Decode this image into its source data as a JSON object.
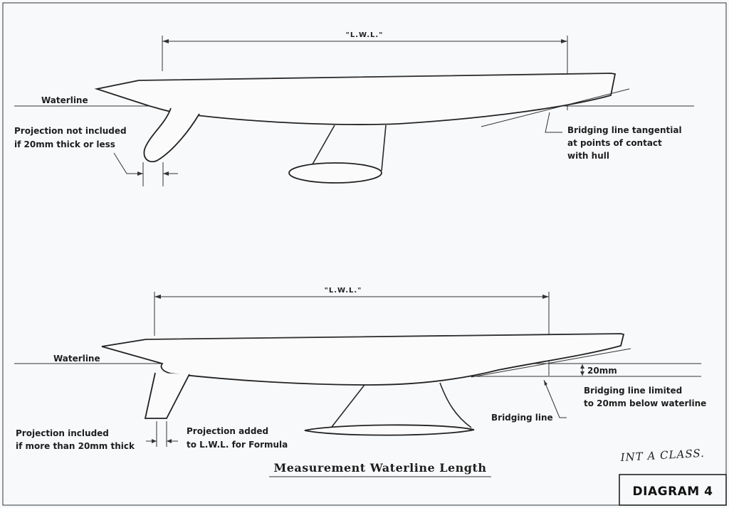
{
  "diagram": {
    "top": {
      "lwl_label": "\"L.W.L.\"",
      "waterline_label": "Waterline",
      "projection_note": [
        "Projection not included",
        "if 20mm thick or less"
      ],
      "bridging_note": [
        "Bridging line tangential",
        "at points of contact",
        "with hull"
      ]
    },
    "bottom": {
      "lwl_label": "\"L.W.L.\"",
      "waterline_label": "Waterline",
      "depth_label": "20mm",
      "bridging_limit_note": [
        "Bridging line limited",
        "to 20mm below waterline"
      ],
      "bridging_line_label": "Bridging line",
      "projection_included_note": [
        "Projection included",
        "if more than 20mm thick"
      ],
      "projection_added_note": [
        "Projection added",
        "to L.W.L. for Formula"
      ]
    },
    "caption": "Measurement Waterline Length",
    "handwritten_note": "INT A CLASS.",
    "diagram_number": "DIAGRAM 4"
  }
}
